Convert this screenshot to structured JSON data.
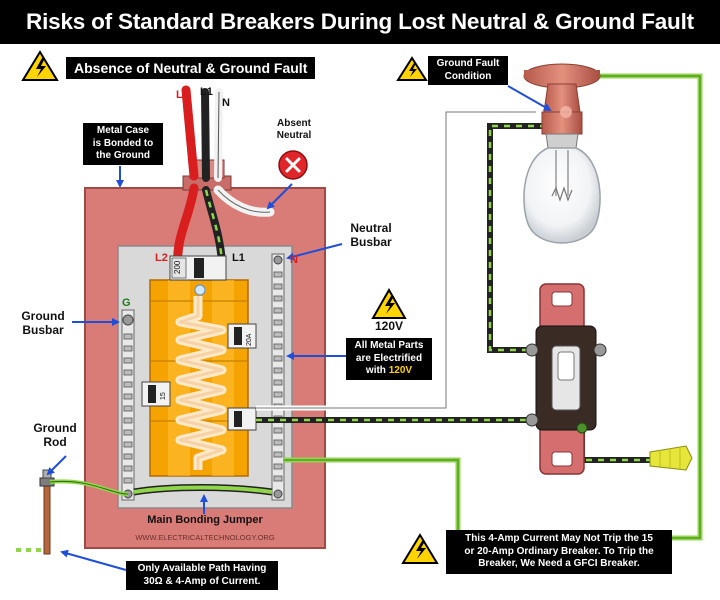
{
  "title": "Risks of Standard Breakers During Lost Neutral & Ground Fault",
  "subtitle": "Absence of Neutral & Ground Fault",
  "callouts": {
    "metal_case": [
      "Metal Case",
      "is Bonded to",
      "the Ground"
    ],
    "absent_neutral": [
      "Absent",
      "Neutral"
    ],
    "neutral_busbar": [
      "Neutral",
      "Busbar"
    ],
    "ground_busbar": [
      "Ground",
      "Busbar"
    ],
    "ground_rod": [
      "Ground",
      "Rod"
    ],
    "ground_fault": [
      "Ground Fault",
      "Condition"
    ],
    "voltage": "120V",
    "metal_parts_line1": "All Metal Parts",
    "metal_parts_line2": "are Electrified",
    "metal_parts_prefix": "with ",
    "metal_parts_voltage": "120V",
    "main_bonding_jumper": "Main Bonding Jumper",
    "watermark": "WWW.ELECTRICALTECHNOLOGY.ORG",
    "only_path": [
      "Only Available Path Having",
      "30Ω & 4-Amp of Current."
    ],
    "gfci_note": [
      "This 4-Amp Current May Not Trip the 15",
      "or 20-Amp Ordinary Breaker. To Trip the",
      "Breaker, We Need a GFCI Breaker."
    ]
  },
  "terminal_labels": {
    "l2": "L2",
    "l1": "L1",
    "n": "N",
    "g": "G",
    "breaker_main": "200",
    "breaker_20": "20A",
    "breaker_15": "15"
  },
  "colors": {
    "panel_case": "#d97c78",
    "busbar_orange": "#f5a300",
    "wire_hot_red": "#d81e1e",
    "wire_ground_green": "#8fd64a",
    "wire_neutral_white": "#f2f2f2",
    "warning_yellow": "#ffd400",
    "fixture_copper": "#d26f5e",
    "absent_red": "#e0262a"
  },
  "icons": [
    "warning-triangle-icon",
    "close-icon",
    "light-bulb-icon",
    "wall-switch-icon",
    "ground-rod-icon",
    "wire-nut-icon"
  ]
}
